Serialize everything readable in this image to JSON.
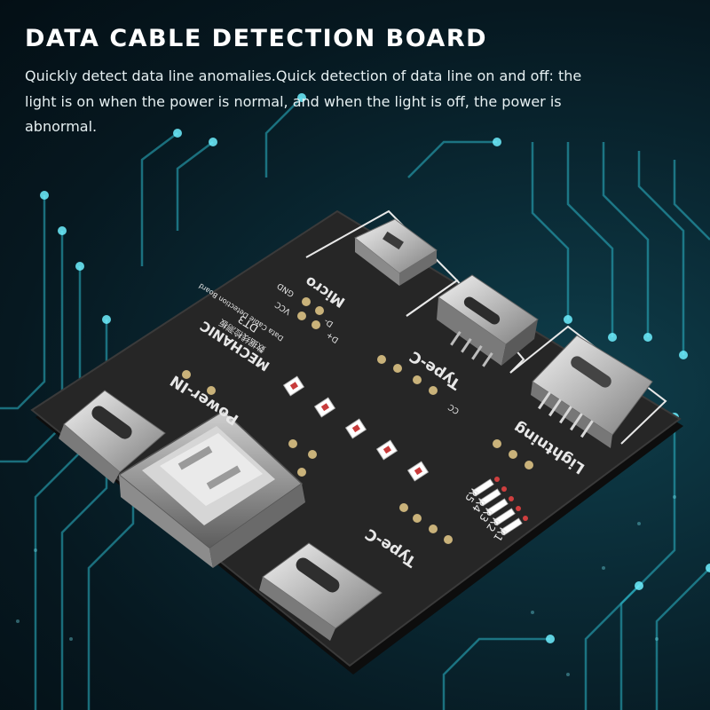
{
  "headline": "DATA CABLE DETECTION BOARD",
  "description": "Quickly detect data line anomalies.Quick detection of data line on and off: the light is on when the power is normal, and when the light is off, the power is abnormal.",
  "board": {
    "brand": "MECHANIC",
    "model": "DT3",
    "subtitle": "Data Cable Detection Board",
    "chinese_title": "数据线检测板",
    "port_labels": {
      "micro": "Micro",
      "type_c_top": "Type-C",
      "lightning": "Lightning",
      "power_in": "Power-IN",
      "type_c_bottom": "Type-C"
    },
    "pin_labels": {
      "gnd": "GND",
      "vcc": "VCC",
      "d_minus": "D-",
      "d_plus": "D+",
      "cc": "CC"
    },
    "resistors": [
      "R5",
      "R4",
      "R3",
      "R2",
      "R1"
    ]
  },
  "colors": {
    "pcb": "#262626",
    "silkscreen": "#e8e8e8",
    "background": "#0a2a35",
    "circuit_glow": "#35d0e0"
  }
}
